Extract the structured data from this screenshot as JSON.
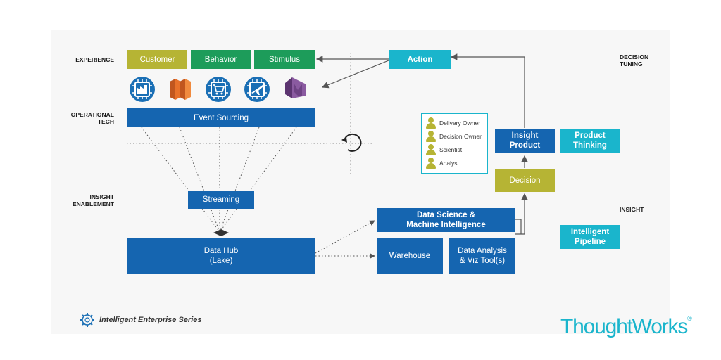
{
  "row_labels": {
    "experience": "EXPERIENCE",
    "operational_1": "OPERATIONAL",
    "operational_2": "TECH",
    "enablement_1": "INSIGHT",
    "enablement_2": "ENABLEMENT",
    "decision_1": "DECISION",
    "decision_2": "TUNING",
    "insight": "INSIGHT"
  },
  "experience_boxes": {
    "customer": "Customer",
    "behavior": "Behavior",
    "stimulus": "Stimulus"
  },
  "action": "Action",
  "event_sourcing": "Event Sourcing",
  "streaming": "Streaming",
  "data_hub": {
    "line1": "Data Hub",
    "line2": "(Lake)"
  },
  "data_science": {
    "line1": "Data Science &",
    "line2": "Machine Intelligence"
  },
  "warehouse": "Warehouse",
  "data_analysis": {
    "line1": "Data Analysis",
    "line2": "& Viz Tool(s)"
  },
  "insight_product": {
    "line1": "Insight",
    "line2": "Product"
  },
  "product_thinking": {
    "line1": "Product",
    "line2": "Thinking"
  },
  "decision": "Decision",
  "intelligent_pipeline": {
    "line1": "Intelligent",
    "line2": "Pipeline"
  },
  "roles": [
    "Delivery Owner",
    "Decision Owner",
    "Scientist",
    "Analyst"
  ],
  "icons": [
    "factory-icon",
    "aws-bars-icon",
    "shopping-cart-icon",
    "airplane-icon",
    "emr-icon"
  ],
  "series_title": "Intelligent Enterprise Series",
  "brand": {
    "name": "ThoughtWorks",
    "mark": "®"
  },
  "colors": {
    "olive": "#b6b434",
    "green": "#1d9c5a",
    "teal": "#1ab5cc",
    "blue": "#1a6fb5",
    "orange": "#e8712a",
    "purple": "#7b4a8c"
  }
}
